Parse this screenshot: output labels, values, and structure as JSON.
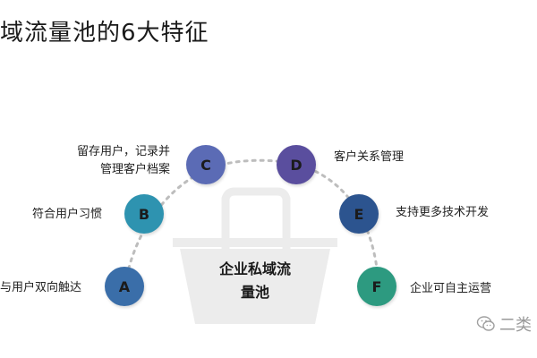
{
  "title": "域流量池的6大特征",
  "center": {
    "line1": "企业私域流",
    "line2": "量池"
  },
  "features": [
    {
      "letter": "A",
      "text": [
        "与用户双向触达"
      ],
      "color": "#3a6ea9"
    },
    {
      "letter": "B",
      "text": [
        "符合用户习惯"
      ],
      "color": "#2e93b0"
    },
    {
      "letter": "C",
      "text": [
        "留存用户，记录并",
        "管理客户档案"
      ],
      "color": "#5b6bb5"
    },
    {
      "letter": "D",
      "text": [
        "客户关系管理"
      ],
      "color": "#5a4e9e"
    },
    {
      "letter": "E",
      "text": [
        "支持更多技术开发"
      ],
      "color": "#2c548f"
    },
    {
      "letter": "F",
      "text": [
        "企业可自主运营"
      ],
      "color": "#2d9a80"
    }
  ],
  "watermark": {
    "icon": "wechat-icon",
    "text": "二类"
  },
  "colors": {
    "basket": "#ececec",
    "dash": "#bdbdbd"
  }
}
